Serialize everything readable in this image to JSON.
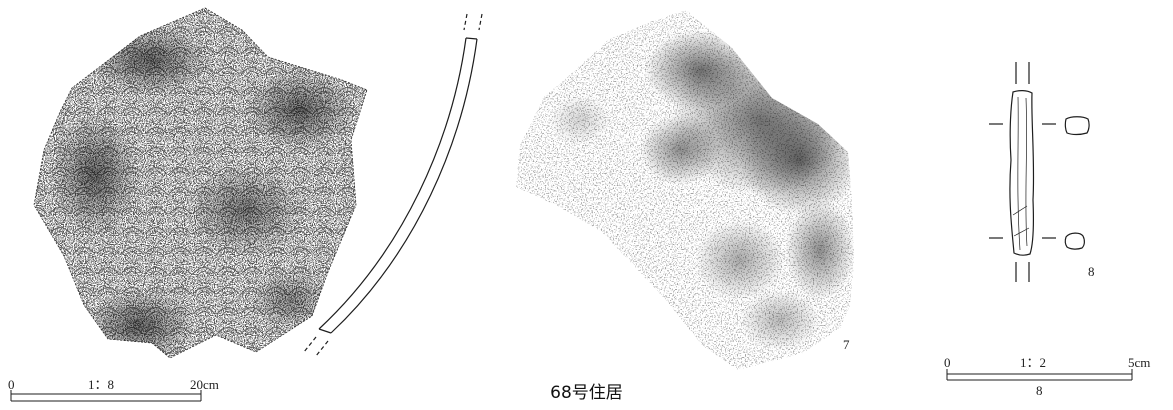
{
  "caption": "68号住居",
  "figure_numbers": {
    "sherd_7": "7",
    "artifact_8": "8"
  },
  "scale_left": {
    "start": "0",
    "ratio": "1：8",
    "end": "20cm"
  },
  "scale_right": {
    "start": "0",
    "ratio": "1：2",
    "end": "5cm",
    "note": "8"
  },
  "colors": {
    "ink": "#1e1e1e",
    "paper": "#ffffff"
  }
}
